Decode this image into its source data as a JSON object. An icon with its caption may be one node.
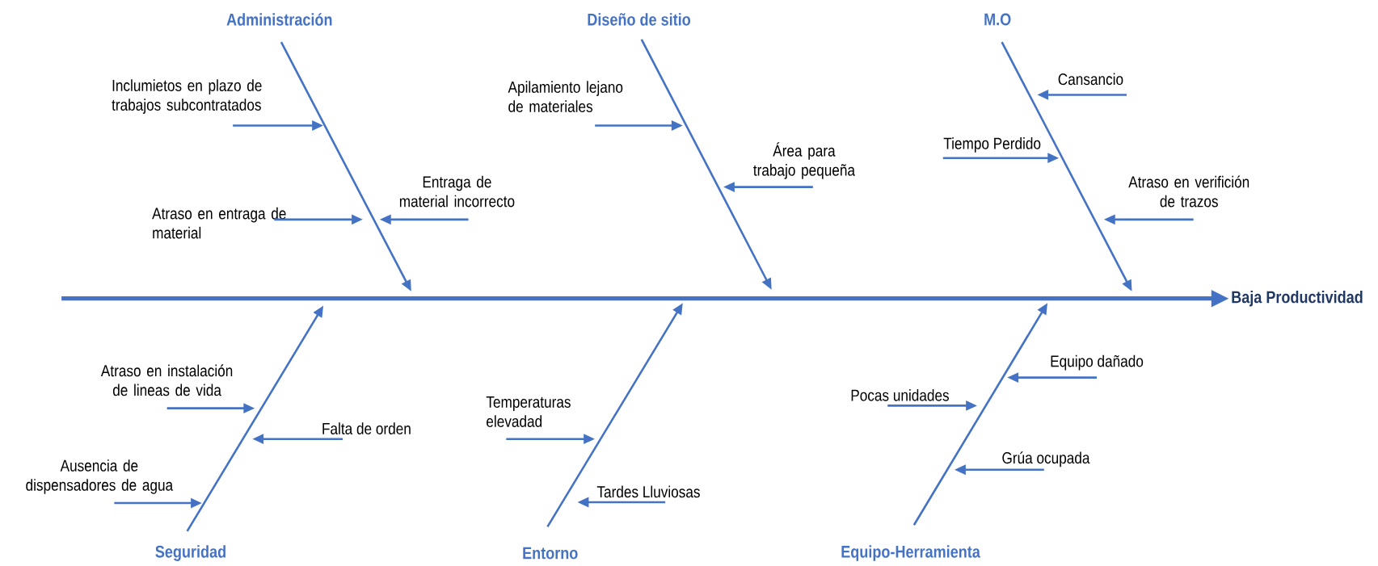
{
  "diagram": {
    "nodes": [
      {
        "text": [
          "Administración"
        ]
      },
      {
        "text": [
          "Inclumietos en plazo de trabajos subcontratados"
        ]
      },
      {
        "text": [
          "Atraso en entraga de material"
        ]
      },
      {
        "text": [
          "Entraga de material incorrecto"
        ]
      },
      {
        "text": [
          "Diseño de sitio"
        ]
      },
      {
        "text": [
          "Apilamiento lejano de materiales"
        ]
      },
      {
        "text": [
          "Área para trabajo pequeña"
        ]
      },
      {
        "text": [
          "M.O"
        ]
      },
      {
        "text": [
          "Cansancio"
        ]
      },
      {
        "text": [
          "Tiempo Perdido"
        ]
      },
      {
        "text": [
          "Atraso en verifición de trazos"
        ]
      },
      {
        "text": [
          "Baja Productividad"
        ]
      },
      {
        "text": [
          "Seguridad"
        ]
      },
      {
        "text": [
          "Atraso en instalación de lineas de vida"
        ]
      },
      {
        "text": [
          "Falta de orden"
        ]
      },
      {
        "text": [
          "Ausencia de dispensadores de agua"
        ]
      },
      {
        "text": [
          "Entorno"
        ]
      },
      {
        "text": [
          "Temperaturas elevadad"
        ]
      },
      {
        "text": [
          "Tardes Lluviosas"
        ]
      },
      {
        "text": [
          "Equipo-Herramienta"
        ]
      },
      {
        "text": [
          "Equipo dañado"
        ]
      },
      {
        "text": [
          "Pocas unidades"
        ]
      },
      {
        "text": [
          "Grúa ocupada"
        ]
      }
    ],
    "edges": [
      {
        "from": 0,
        "to": null,
        "arrow": "to"
      },
      {
        "from": 4,
        "to": null,
        "arrow": "to"
      },
      {
        "from": 7,
        "to": null,
        "arrow": "to"
      },
      {
        "from": 12,
        "to": null,
        "arrow": "to"
      },
      {
        "from": 16,
        "to": null,
        "arrow": "to"
      },
      {
        "from": 19,
        "to": null,
        "arrow": "to"
      },
      {
        "from": null,
        "to": 11,
        "arrow": "to",
        "style": "thick"
      },
      {
        "from": 1,
        "to": null,
        "arrow": "to"
      },
      {
        "from": 2,
        "to": null,
        "arrow": "to"
      },
      {
        "from": 3,
        "to": null,
        "arrow": "to"
      },
      {
        "from": 5,
        "to": null,
        "arrow": "to"
      },
      {
        "from": 6,
        "to": null,
        "arrow": "to"
      },
      {
        "from": 8,
        "to": null,
        "arrow": "to"
      },
      {
        "from": 9,
        "to": null,
        "arrow": "to"
      },
      {
        "from": 10,
        "to": null,
        "arrow": "to"
      },
      {
        "from": 13,
        "to": null,
        "arrow": "to"
      },
      {
        "from": 14,
        "to": null,
        "arrow": "to"
      },
      {
        "from": 15,
        "to": null,
        "arrow": "to"
      },
      {
        "from": 17,
        "to": null,
        "arrow": "to"
      },
      {
        "from": 18,
        "to": null,
        "arrow": "to"
      },
      {
        "from": 20,
        "to": null,
        "arrow": "to"
      },
      {
        "from": 21,
        "to": null,
        "arrow": "to"
      },
      {
        "from": 22,
        "to": null,
        "arrow": "to"
      }
    ]
  }
}
